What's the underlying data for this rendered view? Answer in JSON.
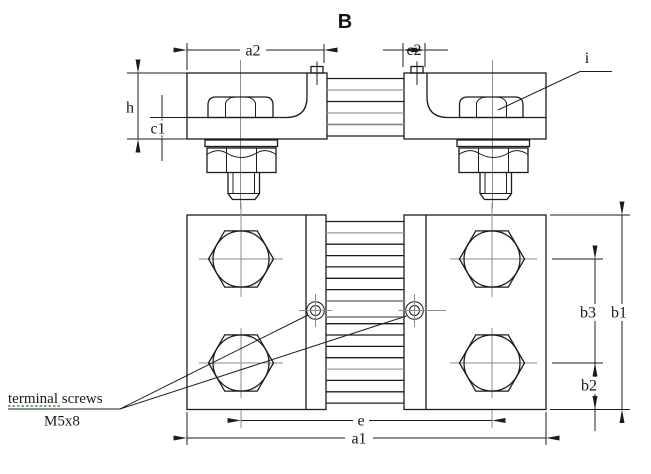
{
  "view_label": "B",
  "dim_labels": {
    "a2": "a2",
    "c2": "c2",
    "h": "h",
    "c1": "c1",
    "i": "i",
    "b3": "b3",
    "b1": "b1",
    "b2": "b2",
    "e": "e",
    "a1": "a1"
  },
  "annotation": {
    "line1": "terminal screws",
    "line2": "M5x8"
  },
  "colors": {
    "line": "#1c1c1c",
    "centerline": "#8d8d8d",
    "dimension": "#1c1c1c",
    "squiggle_underline": "#3a9a3a",
    "background": "#ffffff"
  }
}
